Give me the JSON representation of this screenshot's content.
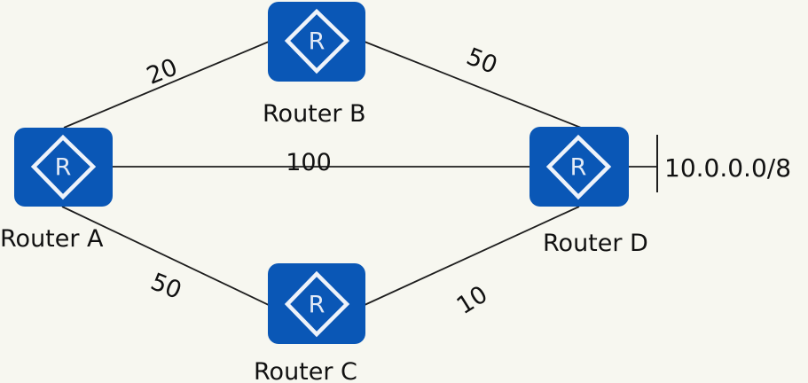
{
  "diagram": {
    "title": "",
    "colors": {
      "background": "#f7f7f0",
      "router": "#0a57b6",
      "router_icon": "#eef3fa",
      "link": "#1e1e1e",
      "text": "#111111"
    },
    "routers": [
      {
        "id": "A",
        "label": "Router A",
        "icon": "router-icon",
        "icon_letter": "R"
      },
      {
        "id": "B",
        "label": "Router B",
        "icon": "router-icon",
        "icon_letter": "R"
      },
      {
        "id": "C",
        "label": "Router C",
        "icon": "router-icon",
        "icon_letter": "R"
      },
      {
        "id": "D",
        "label": "Router D",
        "icon": "router-icon",
        "icon_letter": "R"
      }
    ],
    "links": [
      {
        "from": "A",
        "to": "B",
        "cost": "20"
      },
      {
        "from": "B",
        "to": "D",
        "cost": "50"
      },
      {
        "from": "A",
        "to": "D",
        "cost": "100"
      },
      {
        "from": "A",
        "to": "C",
        "cost": "50"
      },
      {
        "from": "C",
        "to": "D",
        "cost": "10"
      }
    ],
    "network": {
      "attached_to": "D",
      "prefix": "10.0.0.0/8"
    }
  }
}
